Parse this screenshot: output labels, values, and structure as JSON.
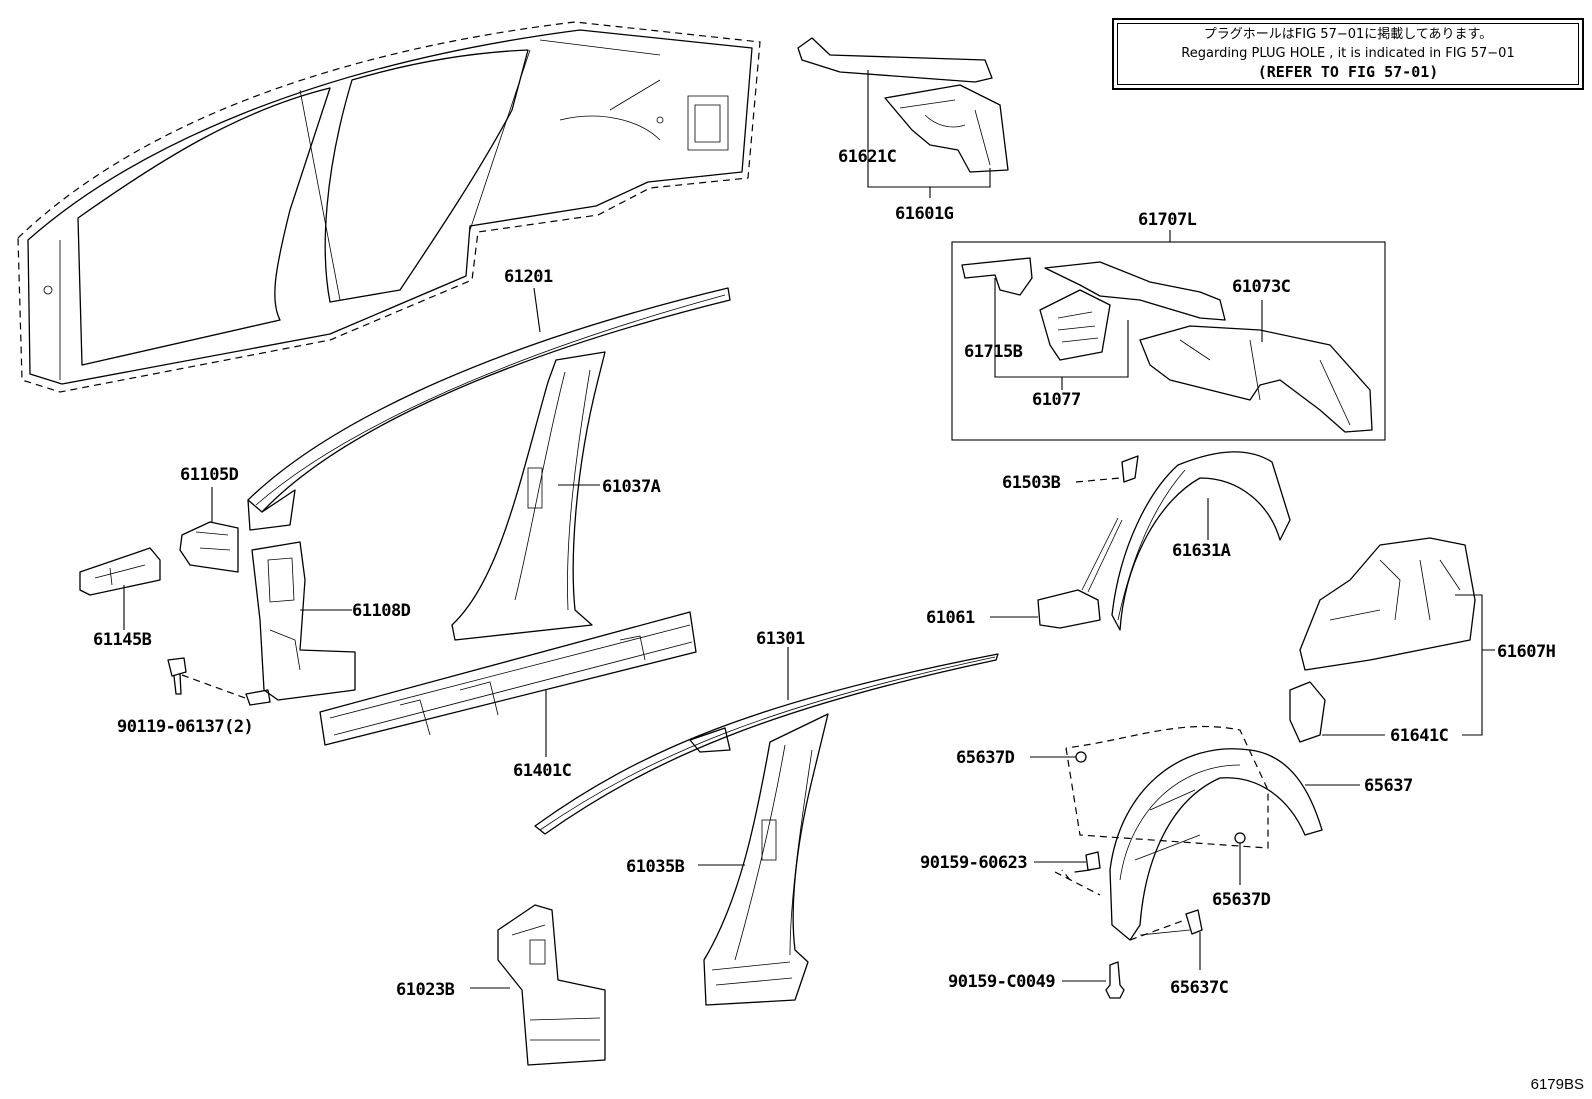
{
  "note": {
    "line1": "プラグホールはFIG 57−01に掲載してあります。",
    "line2": "Regarding PLUG HOLE , it is indicated in FIG 57−01",
    "line3": "(REFER TO FIG 57-01)"
  },
  "figure_id": "6179BS",
  "labels": {
    "p61201": "61201",
    "p61105D": "61105D",
    "p61145B": "61145B",
    "p61108D": "61108D",
    "p90119": "90119-06137(2)",
    "p61037A": "61037A",
    "p61401C": "61401C",
    "p61301": "61301",
    "p61035B": "61035B",
    "p61023B": "61023B",
    "p61621C": "61621C",
    "p61601G": "61601G",
    "p61707L": "61707L",
    "p61073C": "61073C",
    "p61715B": "61715B",
    "p61077": "61077",
    "p61503B": "61503B",
    "p61631A": "61631A",
    "p61061": "61061",
    "p61607H": "61607H",
    "p61641C": "61641C",
    "p65637D_a": "65637D",
    "p65637": "65637",
    "p90159_60623": "90159-60623",
    "p65637D_b": "65637D",
    "p90159_C0049": "90159-C0049",
    "p65637C": "65637C"
  }
}
